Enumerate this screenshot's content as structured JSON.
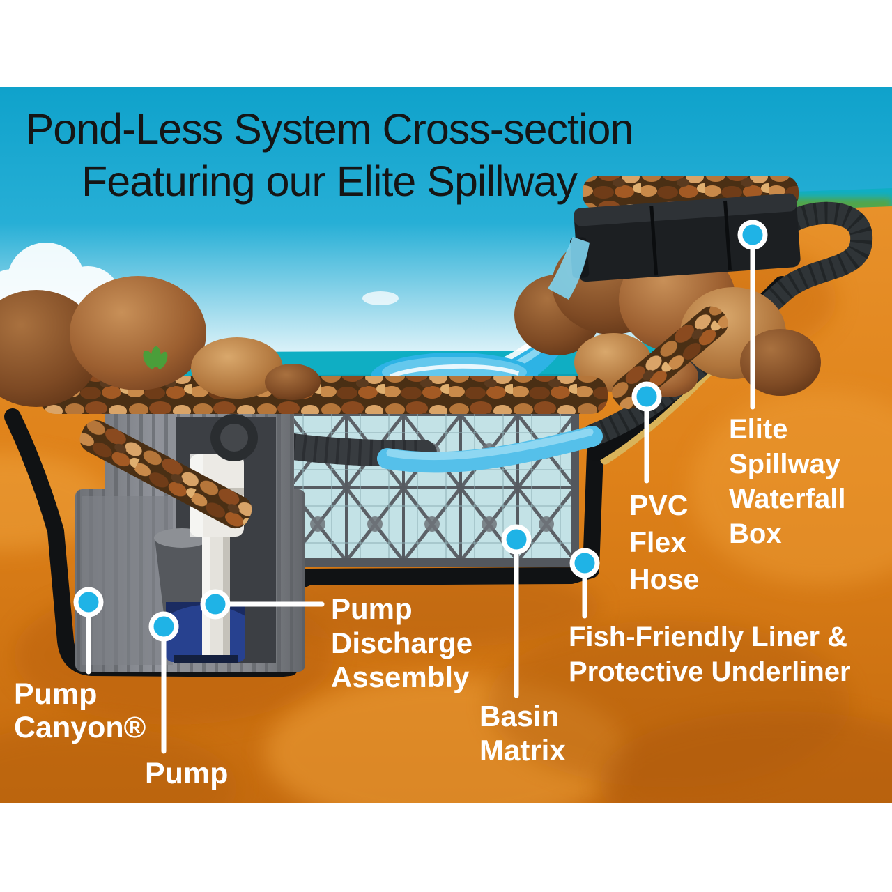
{
  "title": {
    "line1": "Pond-Less System Cross-section",
    "line2": "Featuring our Elite Spillway"
  },
  "callouts": {
    "pump_canyon": {
      "lines": [
        "Pump",
        "Canyon®"
      ]
    },
    "pump": {
      "lines": [
        "Pump"
      ]
    },
    "pump_discharge": {
      "lines": [
        "Pump",
        "Discharge",
        "Assembly"
      ]
    },
    "basin_matrix": {
      "lines": [
        "Basin",
        "Matrix"
      ]
    },
    "pvc_flex_hose": {
      "lines": [
        "PVC",
        "Flex",
        "Hose"
      ]
    },
    "liner": {
      "lines": [
        "Fish-Friendly Liner &",
        "Protective Underliner"
      ]
    },
    "elite_spillway": {
      "lines": [
        "Elite",
        "Spillway",
        "Waterfall",
        "Box"
      ]
    }
  },
  "colors": {
    "callout_dot": "#1FB3E6",
    "callout_line": "#FFFFFF",
    "label_text": "#FFFFFF",
    "title_text": "#151515",
    "sky": "#0FA2CB",
    "ocean": "#0FAEC3",
    "dirt": "#DE8119",
    "water": "#2DB3E5",
    "liner_black": "#101214",
    "underliner_tan": "#D9B35A",
    "vault_gray": "#84878C",
    "matrix_cell_blue": "#C3E2E6"
  }
}
